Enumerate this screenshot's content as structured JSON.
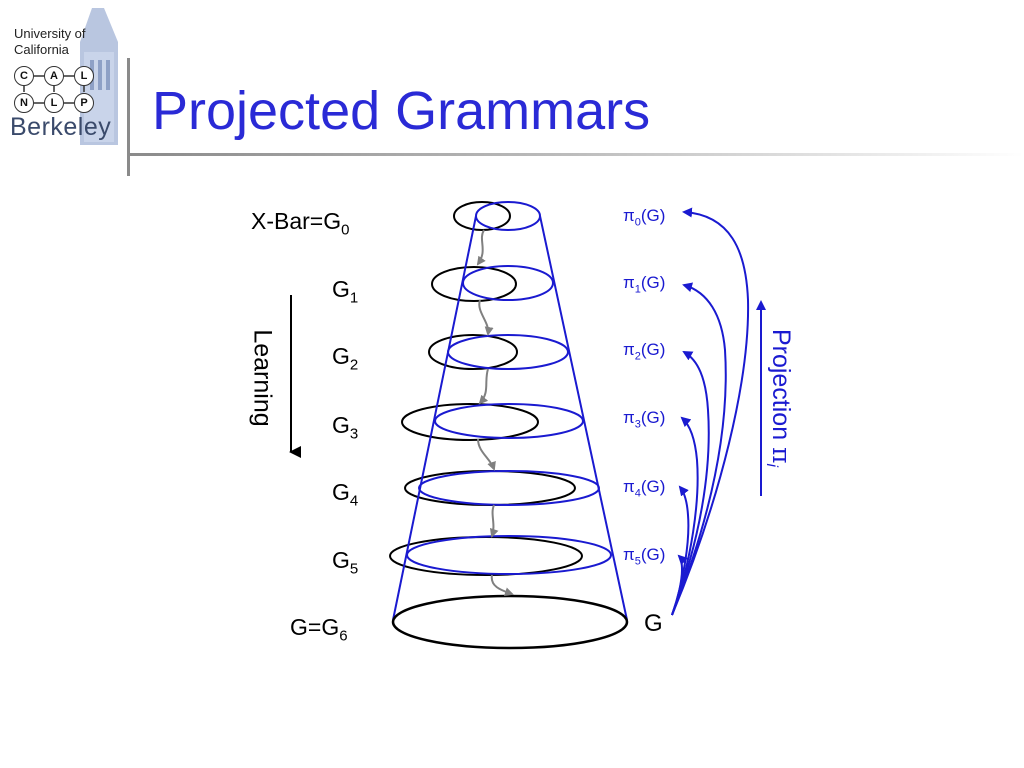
{
  "logo": {
    "line1": "University of",
    "line2": "California",
    "nodes": [
      "C",
      "A",
      "L",
      "N",
      "L",
      "P"
    ],
    "wordmark": "Berkeley"
  },
  "title": "Projected Grammars",
  "levels": [
    {
      "prefix": "X-Bar=",
      "name": "G",
      "sub": "0",
      "pi_name": "π",
      "pi_sub": "0",
      "pi_suffix": "(G)"
    },
    {
      "prefix": "",
      "name": "G",
      "sub": "1",
      "pi_name": "π",
      "pi_sub": "1",
      "pi_suffix": "(G)"
    },
    {
      "prefix": "",
      "name": "G",
      "sub": "2",
      "pi_name": "π",
      "pi_sub": "2",
      "pi_suffix": "(G)"
    },
    {
      "prefix": "",
      "name": "G",
      "sub": "3",
      "pi_name": "π",
      "pi_sub": "3",
      "pi_suffix": "(G)"
    },
    {
      "prefix": "",
      "name": "G",
      "sub": "4",
      "pi_name": "π",
      "pi_sub": "4",
      "pi_suffix": "(G)"
    },
    {
      "prefix": "",
      "name": "G",
      "sub": "5",
      "pi_name": "π",
      "pi_sub": "5",
      "pi_suffix": "(G)"
    },
    {
      "prefix": "G=",
      "name": "G",
      "sub": "6"
    }
  ],
  "g_label": "G",
  "learning_label": "Learning",
  "projection_label": "Projection ",
  "projection_symbol": "π",
  "projection_sub": "i",
  "colors": {
    "title": "#2a2ad6",
    "projection": "#1a1ad0",
    "learning_arrow": "#808080"
  }
}
